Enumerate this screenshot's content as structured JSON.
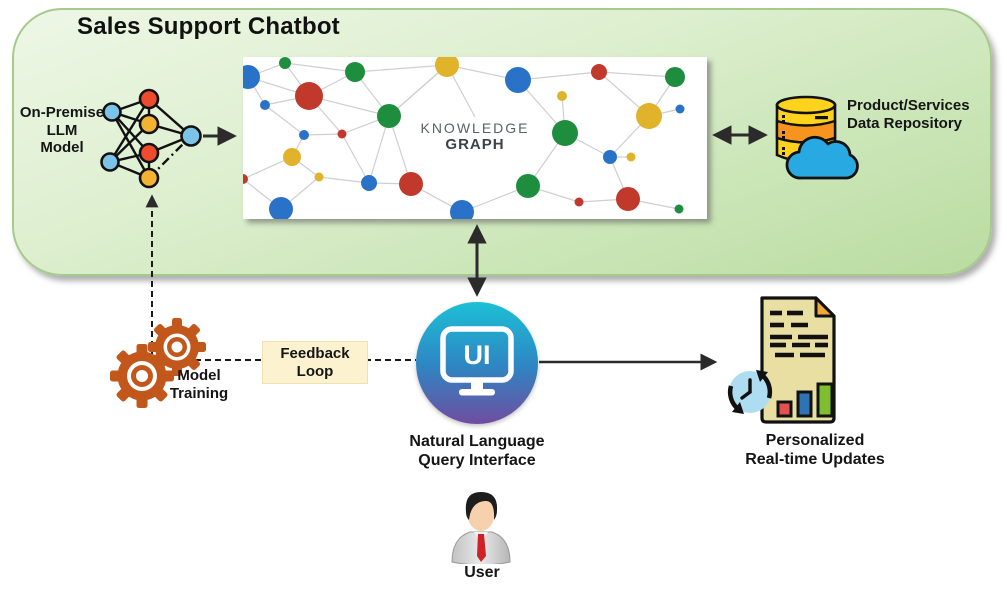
{
  "title": "Sales Support Chatbot",
  "nodes": {
    "llm": {
      "lines": [
        "On-Premise",
        "LLM",
        "Model"
      ]
    },
    "knowledge_graph": {
      "line1": "KNOWLEDGE",
      "line2": "GRAPH"
    },
    "repository": {
      "lines": [
        "Product/Services",
        "Data Repository"
      ]
    },
    "model_training": {
      "lines": [
        "Model",
        "Training"
      ]
    },
    "feedback": {
      "lines": [
        "Feedback",
        "Loop"
      ]
    },
    "query_interface": {
      "icon_text": "UI",
      "lines": [
        "Natural Language",
        "Query Interface"
      ]
    },
    "updates": {
      "lines": [
        "Personalized",
        "Real-time Updates"
      ]
    },
    "user": {
      "label": "User"
    }
  },
  "icons": {
    "llm": "neural-network-icon",
    "repository": "database-cloud-icon",
    "model_training": "gears-icon",
    "query_interface": "ui-monitor-icon",
    "updates": "report-refresh-icon",
    "user": "person-icon"
  },
  "colors": {
    "container_green_light": "#eef7e6",
    "container_green_dark": "#b9dca0",
    "container_border": "#a6c98c",
    "arrow": "#2b2b2b",
    "kg_red": "#c0392b",
    "kg_green": "#1e8e3e",
    "kg_blue": "#2a72c8",
    "kg_yellow": "#e0b32b",
    "nn_blue": "#7cc3ea",
    "nn_red": "#ee4b2e",
    "nn_yellow": "#f2b233",
    "gear_orange": "#c2571b",
    "feedback_bg": "#fdf2cf",
    "ui_gradient_top": "#1cc0d6",
    "ui_gradient_bottom": "#6f4da0",
    "db_yellow": "#ffd21c",
    "db_orange": "#f7941d",
    "cloud_blue": "#29a9e1",
    "doc_tan": "#eadfa3",
    "doc_fold_orange": "#f0a73c",
    "bar_red": "#e05151",
    "bar_blue": "#2e74b5",
    "bar_green": "#7fbf2f",
    "clock_blue": "#aedcf0",
    "tie_red": "#cf2127"
  }
}
